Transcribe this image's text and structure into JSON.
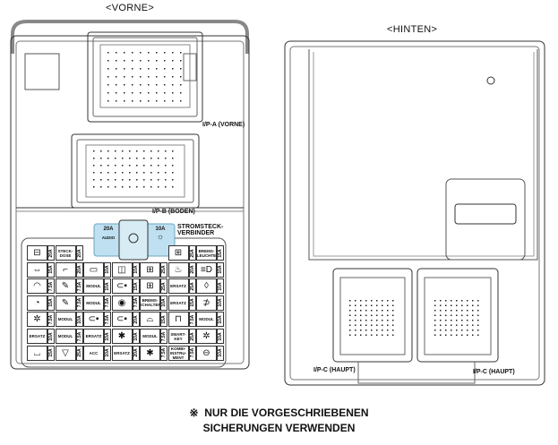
{
  "titles": {
    "front": "<VORNE>",
    "rear": "<HINTEN>"
  },
  "labels": {
    "ip_a": "I/P-A (VORNE)",
    "ip_b": "I/P-B (BODEN)",
    "power_connector": "STROMSTECK-\nVERBINDER",
    "ip_c_left": "I/P-C (HAUPT)",
    "ip_c_right": "I/P-C (HAUPT)"
  },
  "power_connector_fuses": [
    {
      "amp": "20A",
      "label": "AUDIO"
    },
    {
      "amp": "10A",
      "label": "",
      "icon": "interior-light-icon"
    }
  ],
  "highlight_color": "#bfe0f0",
  "fuse_rows": [
    [
      {
        "icon": "door-icon",
        "amp": "20A"
      },
      {
        "label": "STECK-\nDOSE",
        "amp": "20A"
      },
      null,
      null,
      null,
      {
        "icon": "seat-icon",
        "amp": "25A"
      },
      {
        "label": "BREMS-\nLEUCHTE",
        "amp": "15A"
      }
    ],
    [
      {
        "icon": "hazard-arrows-icon",
        "amp": "15A"
      },
      {
        "icon": "cigar-lighter-icon",
        "amp": "20A"
      },
      {
        "icon": "rear-defrost-icon",
        "amp": "10A"
      },
      {
        "icon": "mirror-icon",
        "amp": "10A"
      },
      {
        "icon": "seat-icon",
        "amp": "25A"
      },
      {
        "icon": "seat-heater-icon",
        "amp": "20A"
      },
      {
        "icon": "headlight-icon",
        "amp": "10A"
      }
    ],
    [
      {
        "icon": "sunroof-icon",
        "amp": "7.5A"
      },
      {
        "icon": "wrench-icon",
        "amp": "7.5A"
      },
      {
        "label": "MODUL",
        "amp": "10A"
      },
      {
        "icon": "key-module-icon",
        "amp": "15A"
      },
      {
        "icon": "seat-icon",
        "amp": "25A"
      },
      {
        "label": "ERSATZ",
        "amp": "25A"
      },
      {
        "icon": "rear-fog-icon",
        "amp": "10A"
      }
    ],
    [
      {
        "icon": "gauge-icon",
        "amp": "15A"
      },
      {
        "icon": "wrench-icon",
        "amp": "7.5A"
      },
      {
        "label": "MODUL",
        "amp": "7.5A"
      },
      {
        "icon": "abs-icon",
        "amp": "7.5A"
      },
      {
        "label": "BREMS-\nSCHALTER",
        "amp": "10A"
      },
      {
        "label": "ERSATZ",
        "amp": "15A"
      },
      {
        "icon": "front-fog-icon",
        "amp": "10A"
      }
    ],
    [
      {
        "icon": "sun-icon",
        "amp": "7.5A"
      },
      {
        "label": "MODUL",
        "amp": "10A"
      },
      {
        "icon": "key-module-icon",
        "amp": "7.5A"
      },
      {
        "icon": "key-module-icon",
        "amp": "20A"
      },
      {
        "icon": "car-icon",
        "amp": "15A"
      },
      {
        "icon": "lock-icon",
        "amp": "7.5A"
      },
      {
        "label": "MODUL",
        "amp": "10A"
      }
    ],
    [
      {
        "label": "ERSATZ",
        "amp": "10A"
      },
      {
        "label": "MODUL",
        "amp": "7.5A"
      },
      {
        "label": "ERSATZ",
        "amp": "10A"
      },
      {
        "icon": "airbag-icon",
        "amp": "10A"
      },
      {
        "label": "MODUL",
        "amp": "7.5A"
      },
      {
        "label": "SMART-\nKEY",
        "amp": "25A"
      },
      {
        "icon": "sun-icon",
        "amp": "10A"
      }
    ],
    [
      {
        "icon": "rear-wiper-icon",
        "amp": "15A"
      },
      {
        "icon": "wiper-icon",
        "amp": "25A"
      },
      {
        "label": "ACC",
        "amp": "10A"
      },
      {
        "label": "ERSATZ",
        "amp": "20A"
      },
      {
        "icon": "airbag-icon",
        "amp": "7.5A"
      },
      {
        "label": "KOMBI-\nINSTRU-\nMENT",
        "amp": "7.5A"
      },
      {
        "icon": "steering-wheel-icon",
        "amp": "10A"
      }
    ]
  ],
  "footnote": {
    "symbol": "※",
    "line1": "NUR DIE VORGESCHRIEBENEN",
    "line2": "SICHERUNGEN VERWENDEN"
  }
}
